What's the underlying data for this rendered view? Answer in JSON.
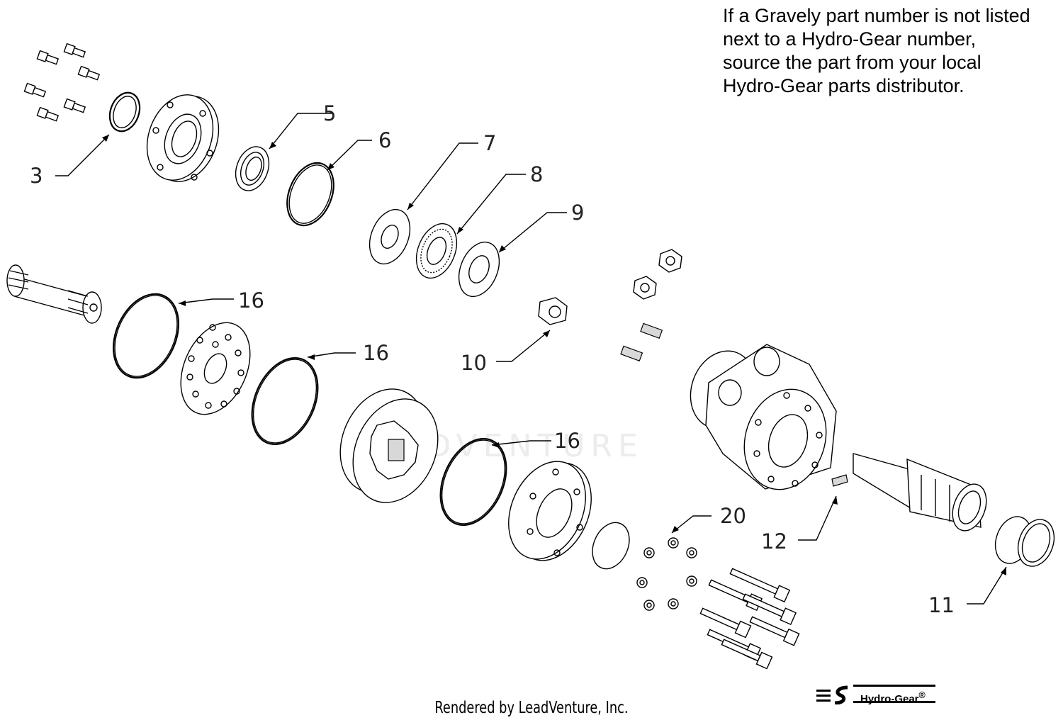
{
  "note": {
    "lines": [
      "If a Gravely part number is not listed",
      "next to a Hydro-Gear number,",
      "source the part from your local",
      "Hydro-Gear parts distributor."
    ]
  },
  "callouts": {
    "c3": "3",
    "c5": "5",
    "c6": "6",
    "c7": "7",
    "c8": "8",
    "c9": "9",
    "c10": "10",
    "c16a": "16",
    "c16b": "16",
    "c16c": "16",
    "c20": "20",
    "c12": "12",
    "c11": "11"
  },
  "footer": "Rendered by LeadVenture, Inc.",
  "logo": {
    "text": "Hydro-Gear",
    "mark": "®"
  },
  "watermark": "LEADVENTURE"
}
